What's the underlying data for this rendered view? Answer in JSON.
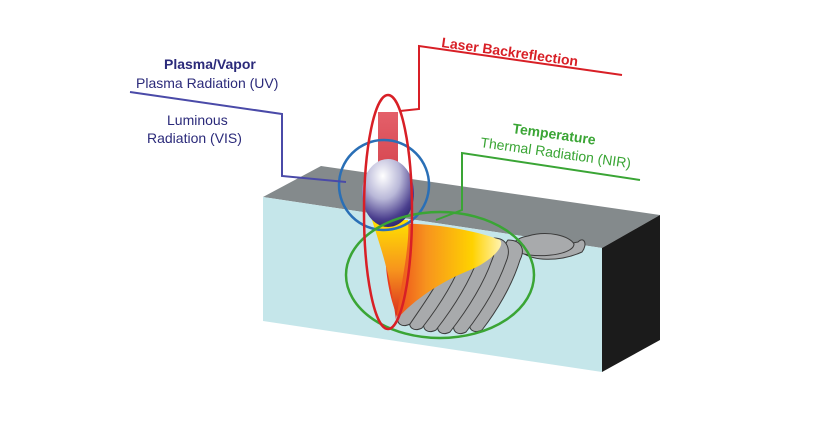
{
  "colors": {
    "plasma": "#2b2a7a",
    "plasma_line": "#4a4aa8",
    "laser": "#d81f26",
    "temperature": "#3aa535",
    "workpiece_front": "#c5e6ea",
    "workpiece_top": "#848a8c",
    "workpiece_side": "#1a1a1a",
    "inspection_circle": "#2a6fb6"
  },
  "labels": {
    "plasma_title": "Plasma/Vapor",
    "plasma_uv": "Plasma Radiation (UV)",
    "luminous_line1": "Luminous",
    "luminous_line2": "Radiation (VIS)",
    "laser_title": "Laser Backreflection",
    "temperature_title": "Temperature",
    "temperature_nir": "Thermal Radiation (NIR)"
  }
}
